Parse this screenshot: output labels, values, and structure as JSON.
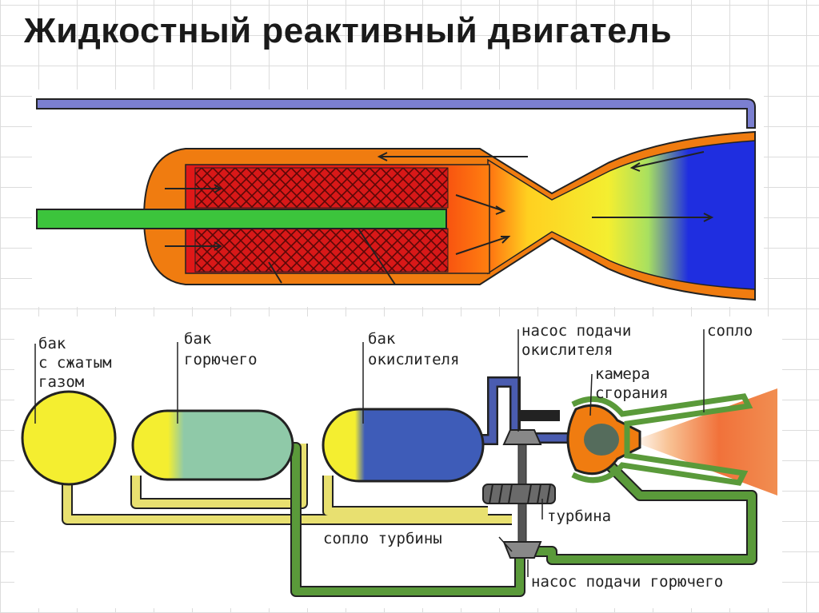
{
  "title": "Жидкостный реактивный двигатель",
  "labels": {
    "gas_tank": [
      "бак",
      "с сжатым",
      "газом"
    ],
    "fuel_tank": [
      "бак",
      "горючего"
    ],
    "oxidizer_tank": [
      "бак",
      "окислителя"
    ],
    "oxidizer_pump": [
      "насос подачи",
      "окислителя"
    ],
    "nozzle": [
      "сопло"
    ],
    "combustion_chamber": [
      "камера",
      "сгорания"
    ],
    "turbine": [
      "турбина"
    ],
    "turbine_nozzle": [
      "сопло турбины"
    ],
    "fuel_pump": [
      "насос подачи горючего"
    ]
  },
  "colors": {
    "pipe_blue": "#7b7fd0",
    "fuel_green": "#3cc43c",
    "cooling_orange": "#f07c10",
    "chamber_red": "#d81818",
    "gas_yellow": "#f4ee30",
    "exhaust_blue": "#1f2ee0",
    "tank_fuel": "#8fc9a8",
    "tank_ox": "#3e5cb8",
    "line_yellow": "#e8e070",
    "line_green": "#5a9a3a",
    "flame": "#f06a30"
  }
}
